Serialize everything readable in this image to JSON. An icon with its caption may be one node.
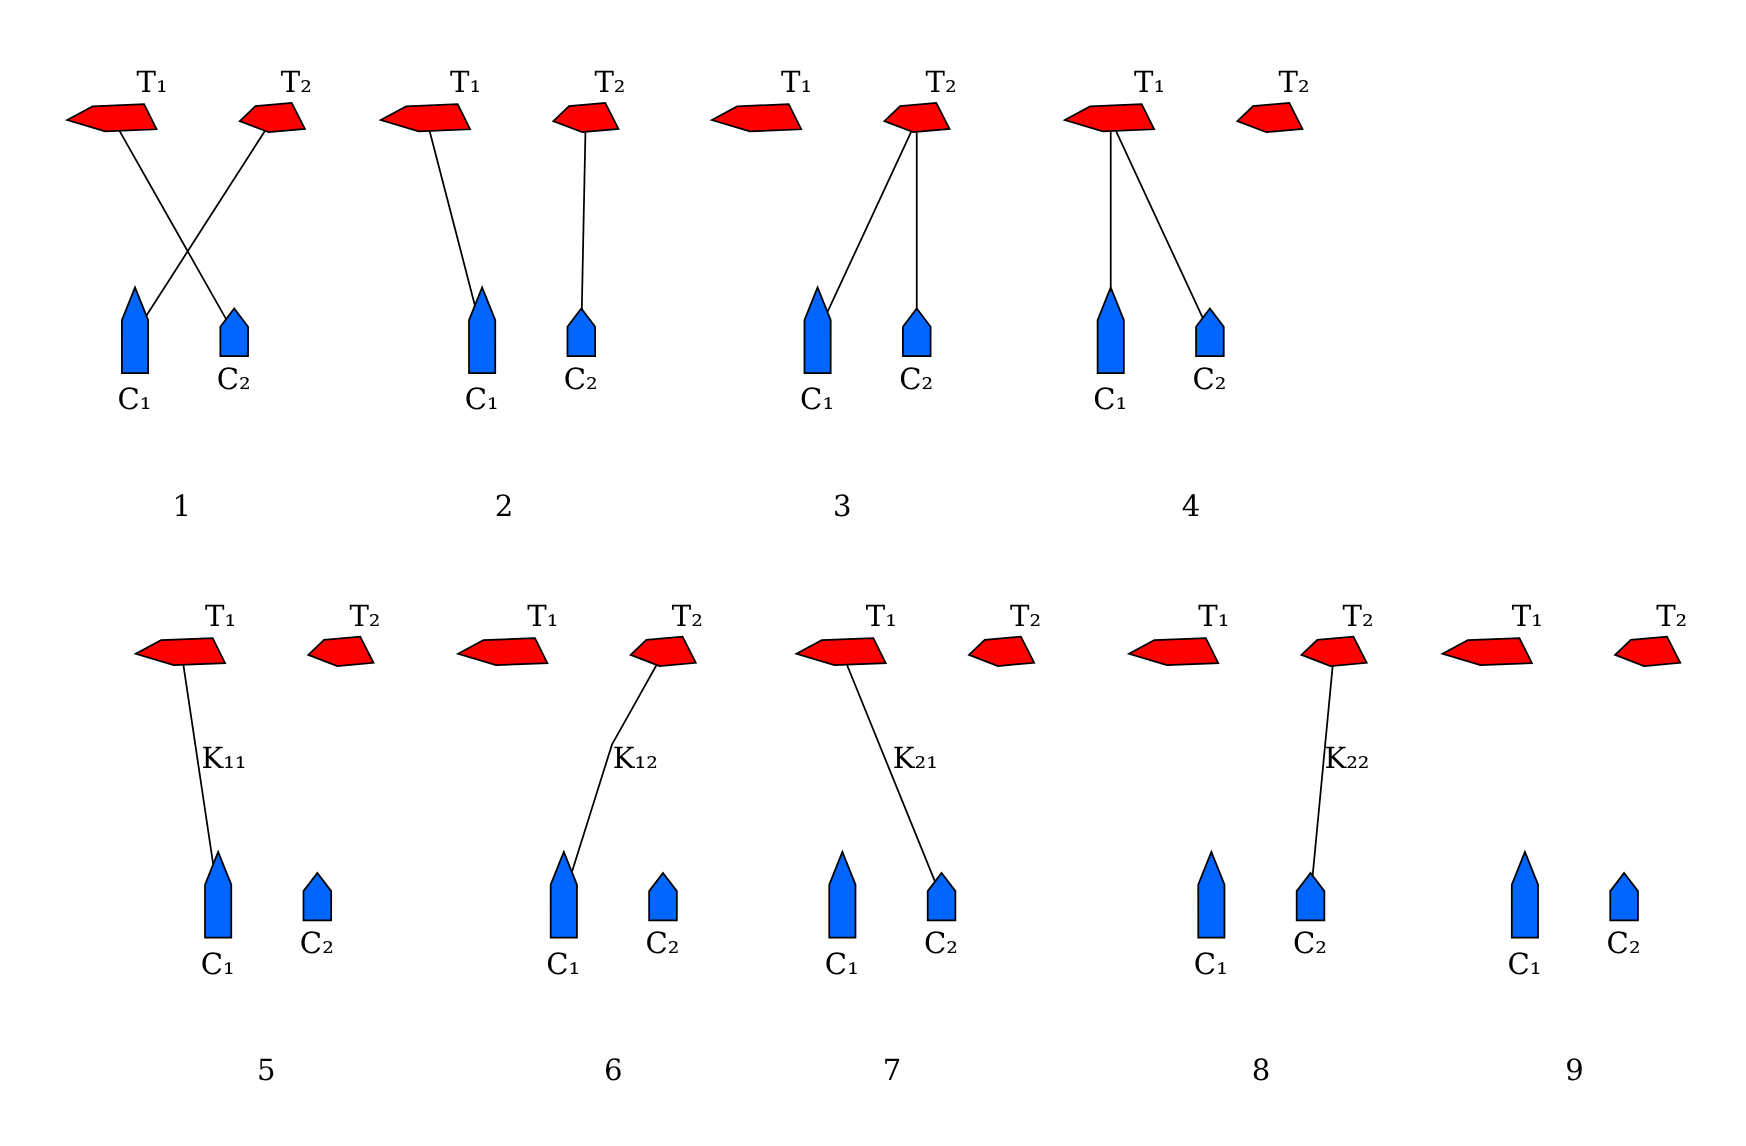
{
  "diagram": {
    "nodes": [
      {
        "text": [
          "T₁"
        ]
      },
      {
        "text": [
          "T₂"
        ]
      },
      {
        "text": [
          "C₁"
        ]
      },
      {
        "text": [
          "C₂"
        ]
      },
      {
        "text": [
          "T₁"
        ]
      },
      {
        "text": [
          "T₂"
        ]
      },
      {
        "text": [
          "C₁"
        ]
      },
      {
        "text": [
          "C₂"
        ]
      },
      {
        "text": [
          "T₁"
        ]
      },
      {
        "text": [
          "T₂"
        ]
      },
      {
        "text": [
          "C₁"
        ]
      },
      {
        "text": [
          "C₂"
        ]
      },
      {
        "text": [
          "T₁"
        ]
      },
      {
        "text": [
          "T₂"
        ]
      },
      {
        "text": [
          "C₁"
        ]
      },
      {
        "text": [
          "C₂"
        ]
      },
      {
        "text": [
          "T₁"
        ]
      },
      {
        "text": [
          "T₂"
        ]
      },
      {
        "text": [
          "C₁"
        ]
      },
      {
        "text": [
          "C₂"
        ]
      },
      {
        "text": [
          "T₁"
        ]
      },
      {
        "text": [
          "T₂"
        ]
      },
      {
        "text": [
          "C₁"
        ]
      },
      {
        "text": [
          "C₂"
        ]
      },
      {
        "text": [
          "T₁"
        ]
      },
      {
        "text": [
          "T₂"
        ]
      },
      {
        "text": [
          "C₁"
        ]
      },
      {
        "text": [
          "C₂"
        ]
      },
      {
        "text": [
          "T₁"
        ]
      },
      {
        "text": [
          "T₂"
        ]
      },
      {
        "text": [
          "C₁"
        ]
      },
      {
        "text": [
          "C₂"
        ]
      },
      {
        "text": [
          "T₁"
        ]
      },
      {
        "text": [
          "T₂"
        ]
      },
      {
        "text": [
          "C₁"
        ]
      },
      {
        "text": [
          "C₂"
        ]
      }
    ],
    "edges": [
      {
        "from": 0,
        "to": 3,
        "arrow": "none"
      },
      {
        "from": 1,
        "to": 2,
        "arrow": "none"
      },
      {
        "from": 4,
        "to": 6,
        "arrow": "none"
      },
      {
        "from": 5,
        "to": 7,
        "arrow": "none"
      },
      {
        "from": 9,
        "to": 10,
        "arrow": "none"
      },
      {
        "from": 9,
        "to": 11,
        "arrow": "none"
      },
      {
        "from": 12,
        "to": 14,
        "arrow": "none"
      },
      {
        "from": 12,
        "to": 15,
        "arrow": "none"
      },
      {
        "from": 16,
        "to": 18,
        "arrow": "none",
        "label": "K₁₁"
      },
      {
        "from": 21,
        "to": 22,
        "arrow": "none",
        "label": "K₁₂"
      },
      {
        "from": 24,
        "to": 27,
        "arrow": "none",
        "label": "K₂₁"
      },
      {
        "from": 29,
        "to": 31,
        "arrow": "none",
        "label": "K₂₂"
      }
    ],
    "labels": [
      "1",
      "2",
      "3",
      "4",
      "5",
      "6",
      "7",
      "8",
      "9"
    ]
  }
}
